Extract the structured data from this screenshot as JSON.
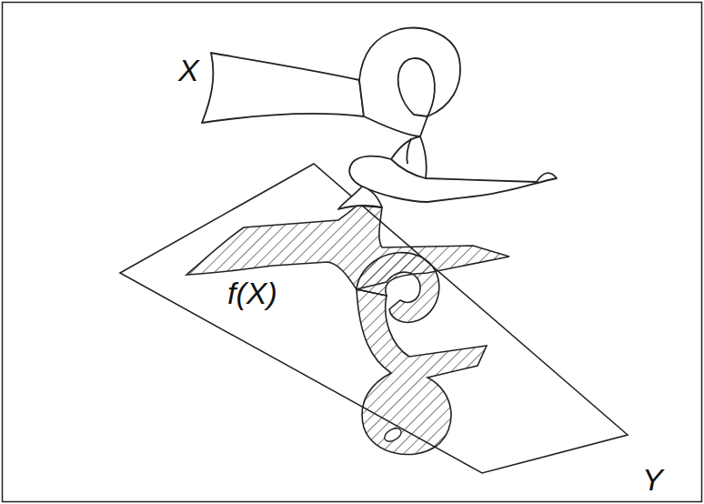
{
  "diagram": {
    "labels": [
      "X",
      "f(X)",
      "Y"
    ]
  }
}
